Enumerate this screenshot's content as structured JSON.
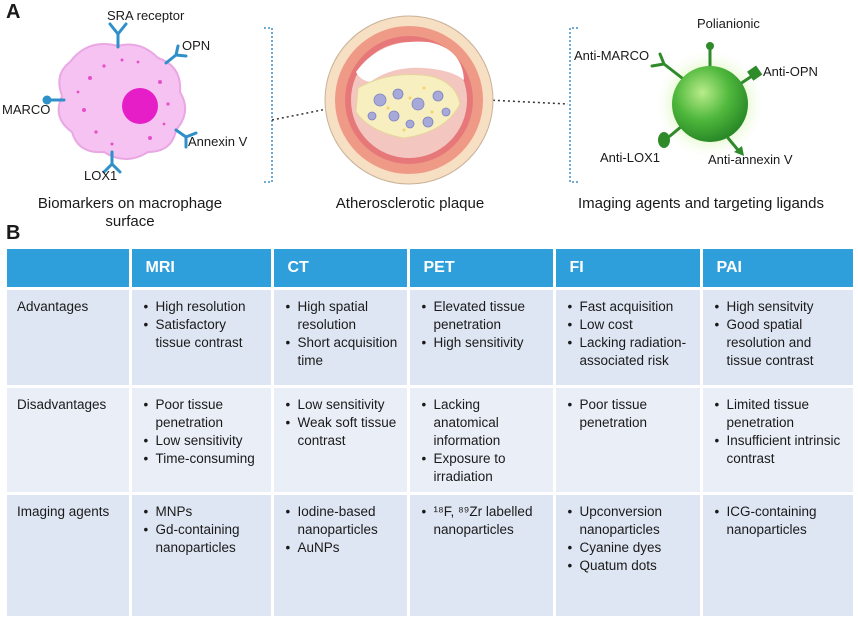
{
  "panel_a": {
    "label": "A",
    "macrophage": {
      "receptors": {
        "sra": "SRA receptor",
        "opn": "OPN",
        "marco": "MARCO",
        "annexin": "Annexin V",
        "lox1": "LOX1"
      },
      "caption_line1": "Biomarkers on macrophage",
      "caption_line2": "surface"
    },
    "plaque": {
      "caption": "Atherosclerotic plaque"
    },
    "nanoparticle": {
      "ligands": {
        "polianionic": "Polianionic",
        "anti_marco": "Anti-MARCO",
        "anti_opn": "Anti-OPN",
        "anti_lox1": "Anti-LOX1",
        "anti_annexin": "Anti-annexin V"
      },
      "caption": "Imaging agents and targeting ligands"
    },
    "colors": {
      "cell_body": "#f4b8f0",
      "nucleus": "#e61ec8",
      "receptor": "#2f8fc8",
      "particle": "#3faa34",
      "vessel_wall": "#e8907a",
      "bracket": "#3a8fc8"
    }
  },
  "panel_b": {
    "label": "B",
    "header_color": "#2f9fdc",
    "columns": [
      "",
      "MRI",
      "CT",
      "PET",
      "FI",
      "PAI"
    ],
    "rows": [
      {
        "label": "Advantages",
        "cells": [
          [
            "High resolution",
            "Satisfactory tissue contrast"
          ],
          [
            "High spatial resolution",
            "Short acquisition time"
          ],
          [
            "Elevated tissue penetration",
            "High sensitivity"
          ],
          [
            "Fast acquisition",
            "Low cost",
            "Lacking radiation-associated risk"
          ],
          [
            "High sensitvity",
            "Good spatial resolution and tissue contrast"
          ]
        ]
      },
      {
        "label": "Disadvantages",
        "cells": [
          [
            "Poor tissue penetration",
            "Low sensitivity",
            "Time-consuming"
          ],
          [
            "Low sensitivity",
            "Weak soft tissue contrast"
          ],
          [
            "Lacking anatomical information",
            "Exposure to irradiation"
          ],
          [
            "Poor tissue penetration"
          ],
          [
            "Limited tissue penetration",
            "Insufficient intrinsic contrast"
          ]
        ]
      },
      {
        "label": "Imaging agents",
        "cells": [
          [
            "MNPs",
            "Gd-containing nanoparticles"
          ],
          [
            "Iodine-based nanoparticles",
            "AuNPs"
          ],
          [
            "¹⁸F, ⁸⁹Zr labelled nanoparticles"
          ],
          [
            "Upconversion nanoparticles",
            "Cyanine dyes",
            "Quatum dots"
          ],
          [
            "ICG-containing nanoparticles"
          ]
        ]
      }
    ]
  }
}
